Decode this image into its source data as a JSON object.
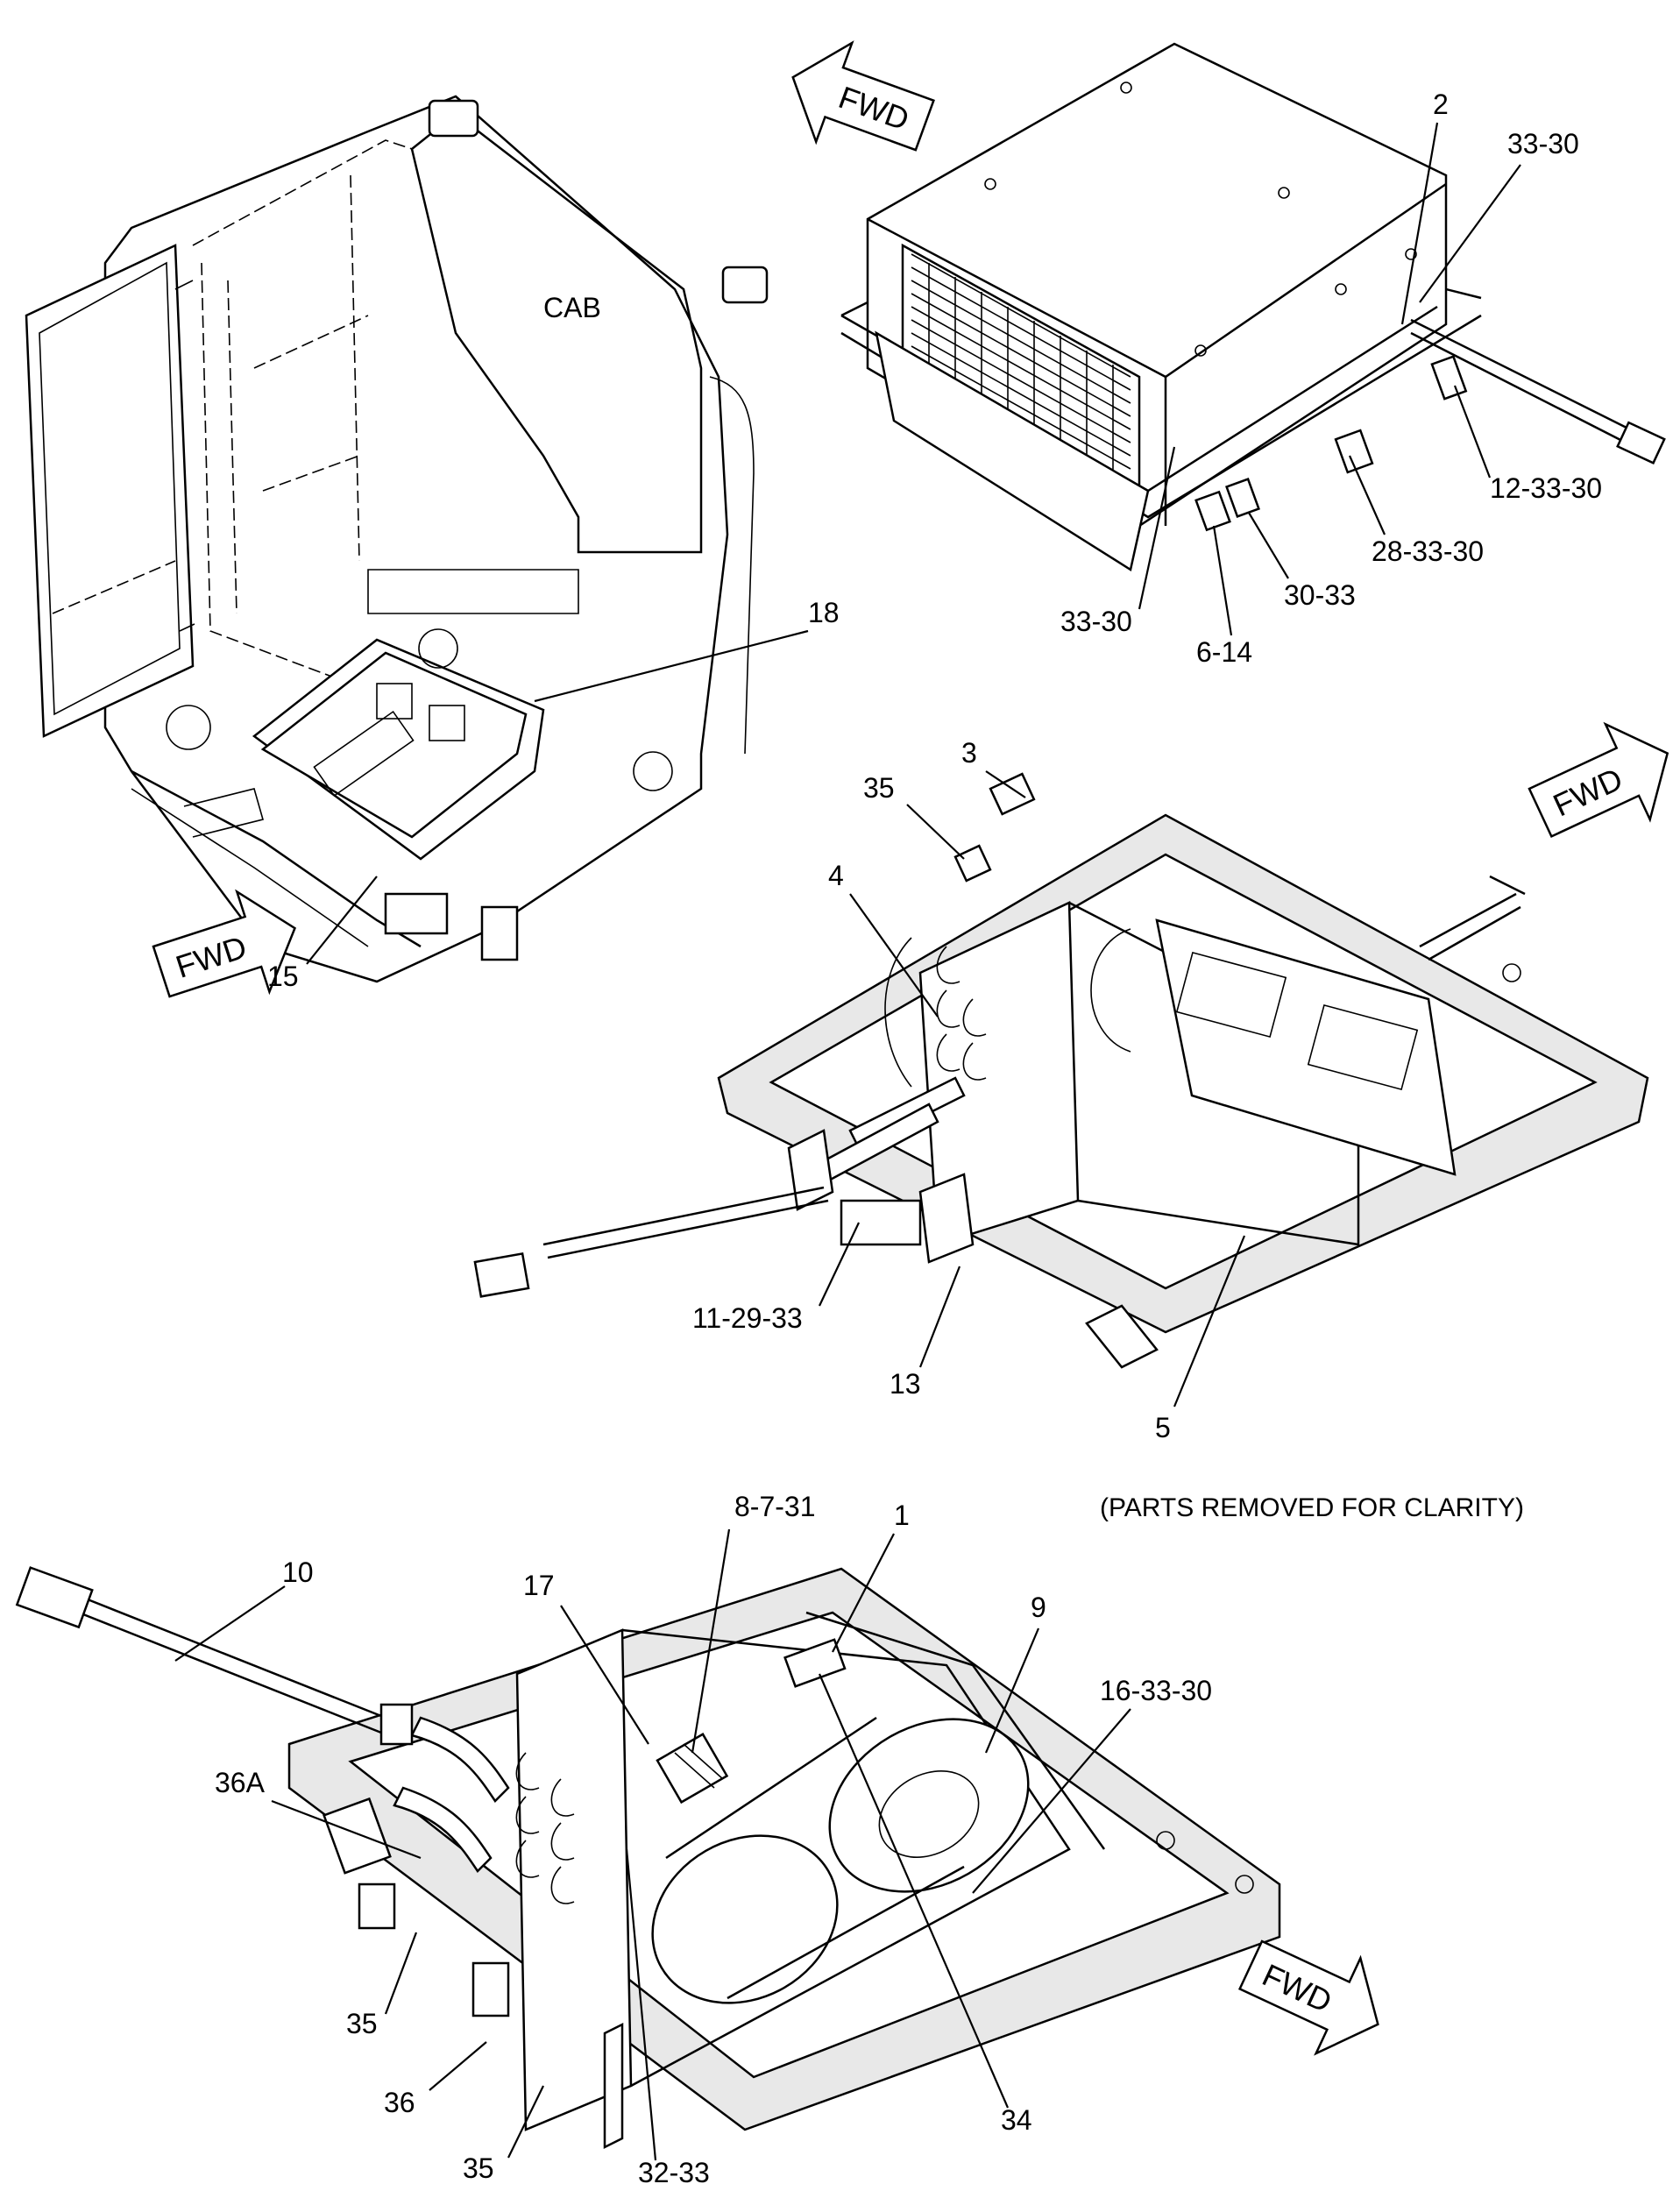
{
  "note": "(PARTS REMOVED FOR CLARITY)",
  "cab_label": "CAB",
  "fwd_label": "FWD",
  "callouts": {
    "c2": "2",
    "c33_30_top": "33-30",
    "c12_33_30": "12-33-30",
    "c28_33_30": "28-33-30",
    "c30_33": "30-33",
    "c33_30_bottom": "33-30",
    "c6_14": "6-14",
    "c18": "18",
    "c15": "15",
    "c3": "3",
    "c35_mid": "35",
    "c4": "4",
    "c11_29_33": "11-29-33",
    "c13": "13",
    "c5": "5",
    "c10": "10",
    "c17": "17",
    "c8_7_31": "8-7-31",
    "c1": "1",
    "c9": "9",
    "c16_33_30": "16-33-30",
    "c36A": "36A",
    "c35_low1": "35",
    "c36": "36",
    "c35_low2": "35",
    "c32_33": "32-33",
    "c34": "34"
  }
}
